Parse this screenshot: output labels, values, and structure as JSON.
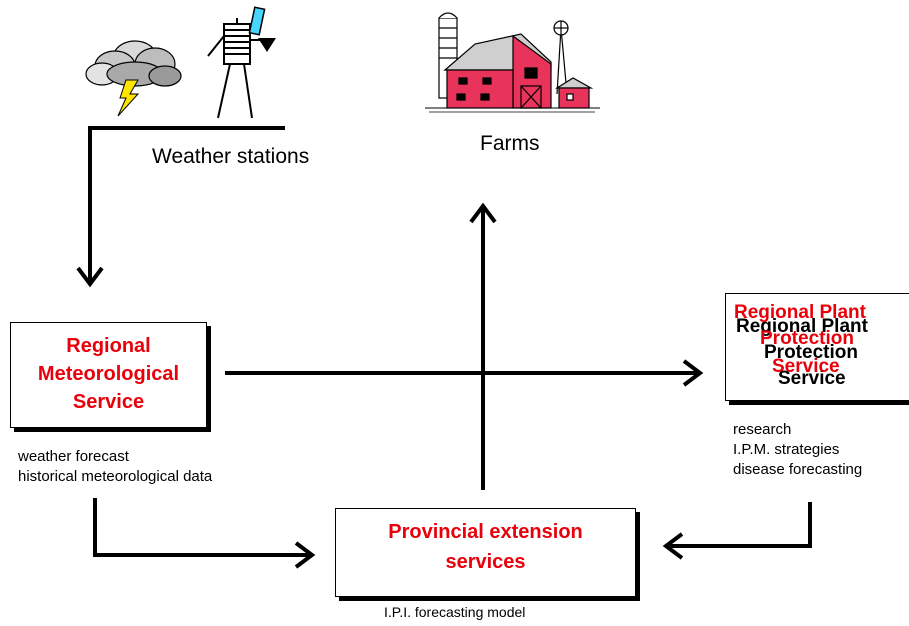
{
  "labels": {
    "weather_stations": "Weather stations",
    "farms": "Farms"
  },
  "meteo": {
    "title_lines": [
      "Regional",
      "Meteorological",
      "Service"
    ],
    "notes": [
      "weather forecast",
      "historical meteorological data"
    ]
  },
  "plant": {
    "title_lines": [
      "Regional Plant",
      "Protection",
      "Service"
    ],
    "notes": [
      "research",
      "I.P.M. strategies",
      "disease forecasting"
    ]
  },
  "provincial": {
    "title_lines": [
      "Provincial extension",
      "services"
    ],
    "note": "I.P.I. forecasting model"
  },
  "colors": {
    "accent_red": "#e8000b",
    "barn_red": "#e8335a",
    "line": "#000000"
  },
  "icons": [
    "storm-cloud-icon",
    "weather-station-icon",
    "farm-barn-icon"
  ]
}
